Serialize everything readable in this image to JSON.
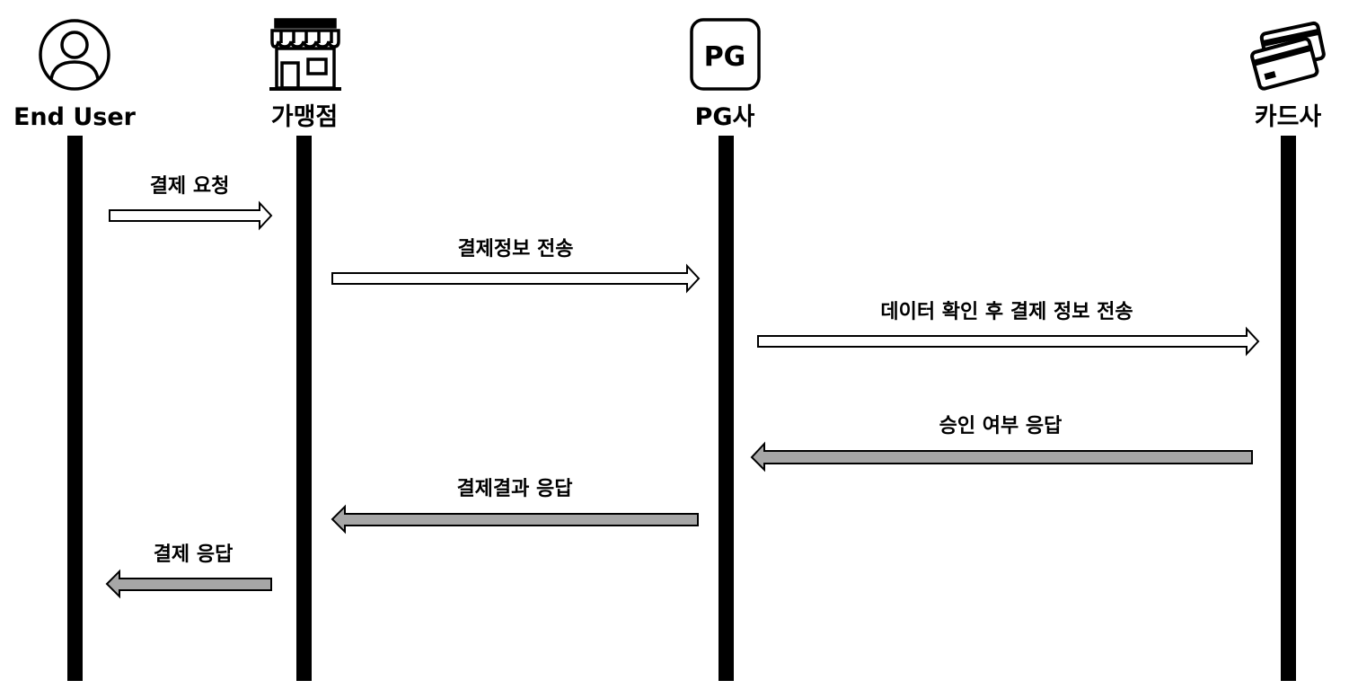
{
  "participants": [
    {
      "name": "End User",
      "icon": "user-circle-icon"
    },
    {
      "name": "가맹점",
      "icon": "storefront-icon"
    },
    {
      "name": "PG사",
      "icon": "pg-box-icon",
      "icon_text": "PG"
    },
    {
      "name": "카드사",
      "icon": "credit-cards-icon"
    }
  ],
  "messages": [
    {
      "label": "결제 요청",
      "from": 0,
      "to": 1,
      "kind": "request"
    },
    {
      "label": "결제정보 전송",
      "from": 1,
      "to": 2,
      "kind": "request"
    },
    {
      "label": "데이터 확인 후 결제 정보 전송",
      "from": 2,
      "to": 3,
      "kind": "request"
    },
    {
      "label": "승인 여부 응답",
      "from": 3,
      "to": 2,
      "kind": "response"
    },
    {
      "label": "결제결과 응답",
      "from": 2,
      "to": 1,
      "kind": "response"
    },
    {
      "label": "결제 응답",
      "from": 1,
      "to": 0,
      "kind": "response"
    }
  ],
  "colors": {
    "line": "#000000",
    "request_fill": "#ffffff",
    "response_fill": "#a6a6a6"
  }
}
